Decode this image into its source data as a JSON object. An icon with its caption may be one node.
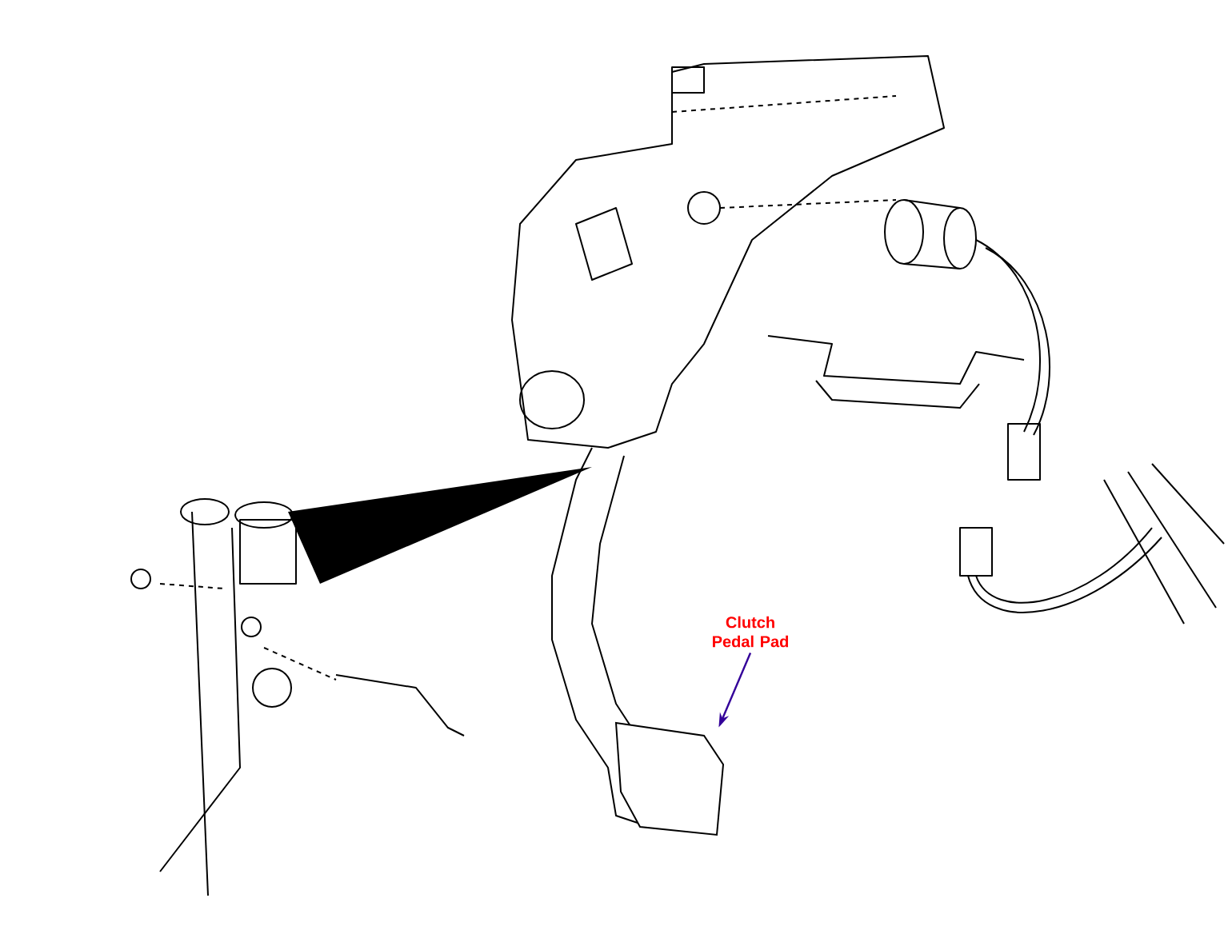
{
  "diagram": {
    "nodes": [
      {
        "text": [
          "Clutch Pedal Pad"
        ]
      },
      {
        "text": [],
        "shape": "picture"
      }
    ],
    "edges": [
      {
        "from": 0,
        "to": 1,
        "arrow": "to",
        "color": "#330099"
      }
    ]
  }
}
